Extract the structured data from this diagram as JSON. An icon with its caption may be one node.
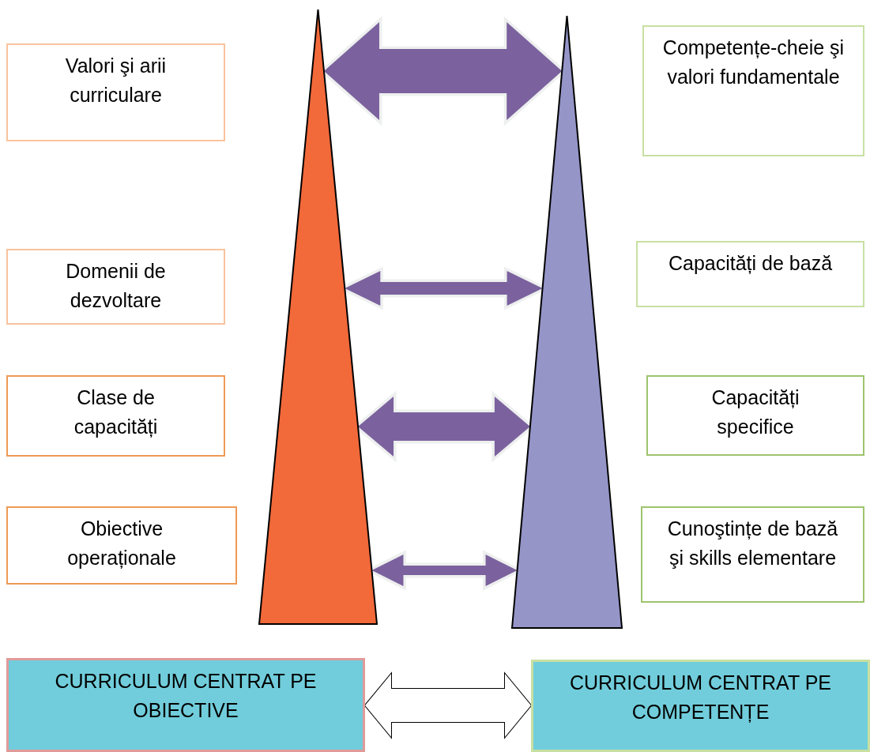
{
  "diagram": {
    "nodes": [
      {
        "text": [
          "Valori şi arii curriculare"
        ]
      },
      {
        "text": [
          "Competențe-cheie şi valori fundamentale"
        ]
      },
      {
        "text": [
          "Domenii de dezvoltare"
        ]
      },
      {
        "text": [
          "Capacități de bază"
        ]
      },
      {
        "text": [
          "Clase de capacități"
        ]
      },
      {
        "text": [
          "Capacități specifice"
        ]
      },
      {
        "text": [
          "Obiective operaționale"
        ]
      },
      {
        "text": [
          "Cunoştințe de bază şi skills elementare"
        ]
      },
      {
        "text": [],
        "shape": "triangle"
      },
      {
        "text": [],
        "shape": "triangle"
      },
      {
        "text": [
          "CURRICULUM CENTRAT PE OBIECTIVE"
        ]
      },
      {
        "text": [
          "CURRICULUM CENTRAT PE COMPETENȚE"
        ]
      }
    ],
    "edges": [
      {
        "from": 8,
        "to": 9,
        "arrow": "both"
      },
      {
        "from": 8,
        "to": 9,
        "arrow": "both"
      },
      {
        "from": 8,
        "to": 9,
        "arrow": "both"
      },
      {
        "from": 8,
        "to": 9,
        "arrow": "both"
      },
      {
        "from": 10,
        "to": 11,
        "arrow": "both",
        "color": "#000000"
      }
    ]
  }
}
